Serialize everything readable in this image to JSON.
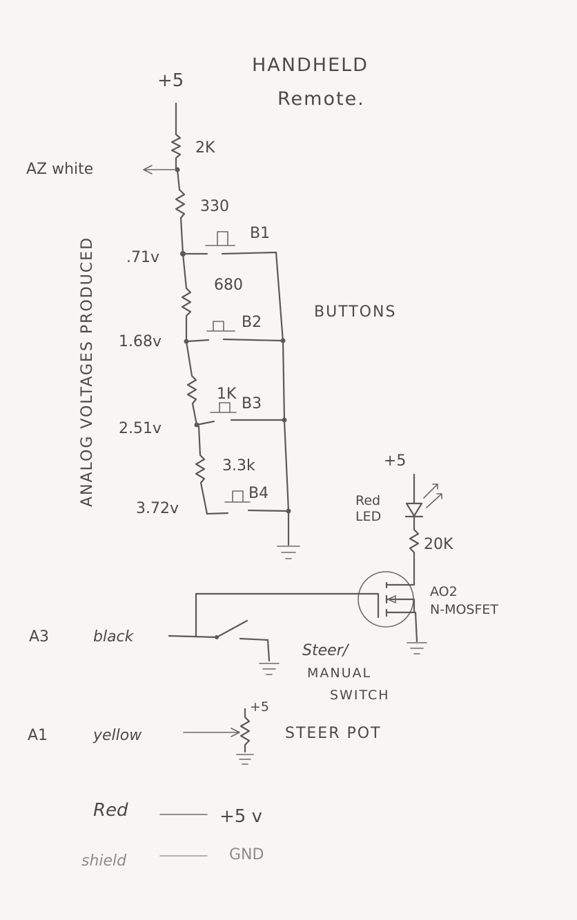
{
  "title": {
    "line1": "HANDHELD",
    "line2": "Remote."
  },
  "supply": {
    "top": "+5",
    "led": "+5",
    "pot": "+5"
  },
  "resistors": {
    "r1": "2K",
    "r2": "330",
    "r3": "680",
    "r4": "1K",
    "r5": "3.3k",
    "led_r": "20K"
  },
  "buttons": {
    "b1": "B1",
    "b2": "B2",
    "b3": "B3",
    "b4": "B4",
    "group_label": "BUTTONS"
  },
  "voltages": {
    "v1": ".71v",
    "v2": "1.68v",
    "v3": "2.51v",
    "v4": "3.72v"
  },
  "side_label": "ANALOG VOLTAGES PRODUCED",
  "pins": {
    "a2": "AZ white",
    "a3_pin": "A3",
    "a3_wire": "black",
    "a1_pin": "A1",
    "a1_wire": "yellow",
    "red_wire": "Red",
    "red_value": "+5 v",
    "shield_wire": "shield",
    "shield_value": "GND"
  },
  "led": {
    "line1": "Red",
    "line2": "LED"
  },
  "mosfet": {
    "line1": "AO2",
    "line2": "N-MOSFET"
  },
  "switch": {
    "line1": "Steer/",
    "line2": "MANUAL",
    "line3": "SWITCH"
  },
  "pot": {
    "label": "STEER POT"
  },
  "colors": {
    "ink": "#5a5a58",
    "paper": "#f7f6f2"
  }
}
